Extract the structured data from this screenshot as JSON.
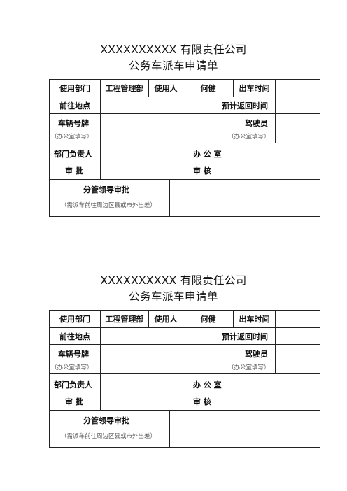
{
  "company_title": "XXXXXXXXXX 有限责任公司",
  "form_title": "公务车派车申请单",
  "labels": {
    "department": "使用部门",
    "department_value": "工程管理部",
    "user": "使用人",
    "user_value": "何健",
    "depart_time": "出车时间",
    "destination": "前往地点",
    "return_time": "预计返回时间",
    "plate": "车辆号牌",
    "office_fill": "（办公室填写）",
    "driver": "驾驶员",
    "dept_head": "部门负责人",
    "approve": "审  批",
    "office": "办  公  室",
    "review": "审  核",
    "leader_approve": "分管领导审批",
    "leader_note": "（需派车前往周边区县或市外出差）"
  }
}
